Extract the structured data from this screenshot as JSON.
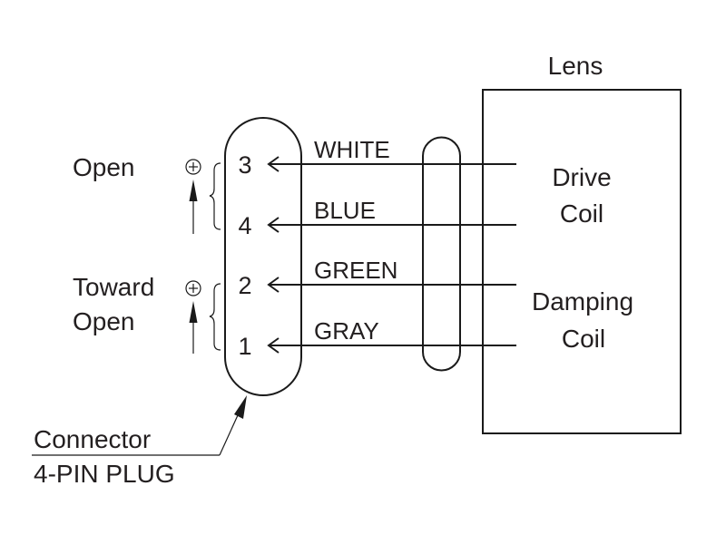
{
  "diagram": {
    "type": "wiring-diagram",
    "lens": {
      "title": "Lens",
      "coils": [
        {
          "line1": "Drive",
          "line2": "Coil",
          "pins": [
            "3",
            "4"
          ]
        },
        {
          "line1": "Damping",
          "line2": "Coil",
          "pins": [
            "2",
            "1"
          ]
        }
      ]
    },
    "connector": {
      "label": "Connector",
      "sublabel": "4-PIN PLUG",
      "pins": [
        "3",
        "4",
        "2",
        "1"
      ]
    },
    "wires": [
      {
        "pin": "3",
        "color_name": "WHITE"
      },
      {
        "pin": "4",
        "color_name": "BLUE"
      },
      {
        "pin": "2",
        "color_name": "GREEN"
      },
      {
        "pin": "1",
        "color_name": "GRAY"
      }
    ],
    "polarity": [
      {
        "label": "Open",
        "pins": [
          "3",
          "4"
        ],
        "symbol": "plus-circle"
      },
      {
        "label_line1": "Toward",
        "label_line2": "Open",
        "pins": [
          "2",
          "1"
        ],
        "symbol": "plus-circle"
      }
    ],
    "colors": {
      "line": "#1a1a1a",
      "text": "#231f20",
      "background": "#ffffff"
    }
  }
}
